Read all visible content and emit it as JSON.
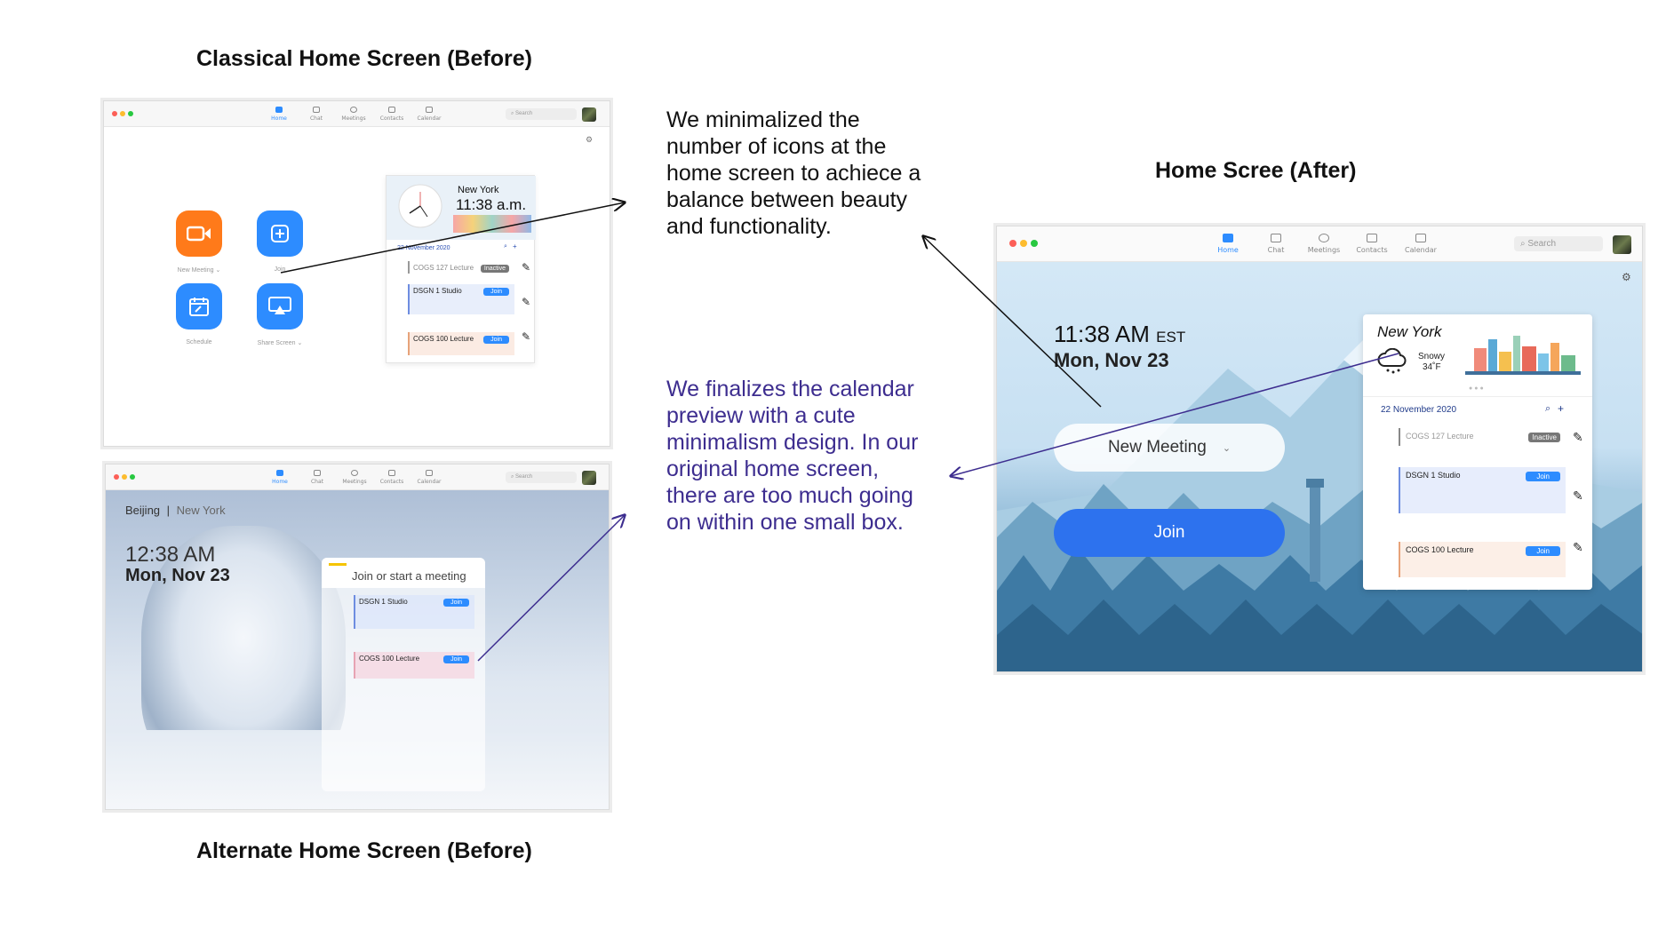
{
  "headings": {
    "classical": "Classical Home Screen (Before)",
    "after": "Home Scree (After)",
    "alternate": "Alternate Home Screen (Before)"
  },
  "notes": {
    "note1": [
      "We minimalized the",
      "number of icons at the",
      "home screen to achiece a",
      "balance between beauty",
      "and functionality."
    ],
    "note2": [
      "We finalizes the calendar",
      "preview with a cute",
      "minimalism design. In our",
      "original home screen,",
      "there are too much going",
      "on within one small box."
    ]
  },
  "nav": {
    "items": [
      "Home",
      "Chat",
      "Meetings",
      "Contacts",
      "Calendar"
    ],
    "search_placeholder": "Search"
  },
  "classical": {
    "buttons": [
      "New Meeting",
      "Join",
      "Schedule",
      "Share Screen"
    ],
    "city": "New York",
    "time": "11:38 a.m.",
    "date": "22 November 2020",
    "events": [
      {
        "title": "COGS 127 Lecture",
        "status": "Inactive"
      },
      {
        "title": "DSGN 1 Studio",
        "status": "Join"
      },
      {
        "title": "COGS 100 Lecture",
        "status": "Join"
      }
    ]
  },
  "alternate": {
    "city_active": "Beijing",
    "separator": "|",
    "city_other": "New York",
    "time": "12:38 AM",
    "date": "Mon, Nov 23",
    "card_title": "Join or start a meeting",
    "events": [
      {
        "title": "DSGN 1 Studio",
        "status": "Join"
      },
      {
        "title": "COGS 100 Lecture",
        "status": "Join"
      }
    ]
  },
  "after": {
    "time": "11:38 AM",
    "tz": "EST",
    "date": "Mon, Nov 23",
    "new_meeting": "New Meeting",
    "join": "Join",
    "city": "New York",
    "weather": "Snowy",
    "temp": "34˚F",
    "cal_date": "22 November 2020",
    "events": [
      {
        "title": "COGS 127 Lecture",
        "status": "Inactive"
      },
      {
        "title": "DSGN 1 Studio",
        "status": "Join"
      },
      {
        "title": "COGS 100 Lecture",
        "status": "Join"
      }
    ]
  },
  "colors": {
    "accent": "#2d8cff",
    "orange": "#ff7a1a",
    "note_purple": "#3d2d8f",
    "sky": "#cfe6f7"
  },
  "icons": [
    "home-icon",
    "chat-icon",
    "clock-icon",
    "contacts-icon",
    "calendar-icon",
    "search-icon",
    "gear-icon",
    "video-icon",
    "plus-icon",
    "schedule-icon",
    "share-screen-icon",
    "pencil-icon",
    "cloud-snow-icon",
    "chevron-down-icon"
  ]
}
